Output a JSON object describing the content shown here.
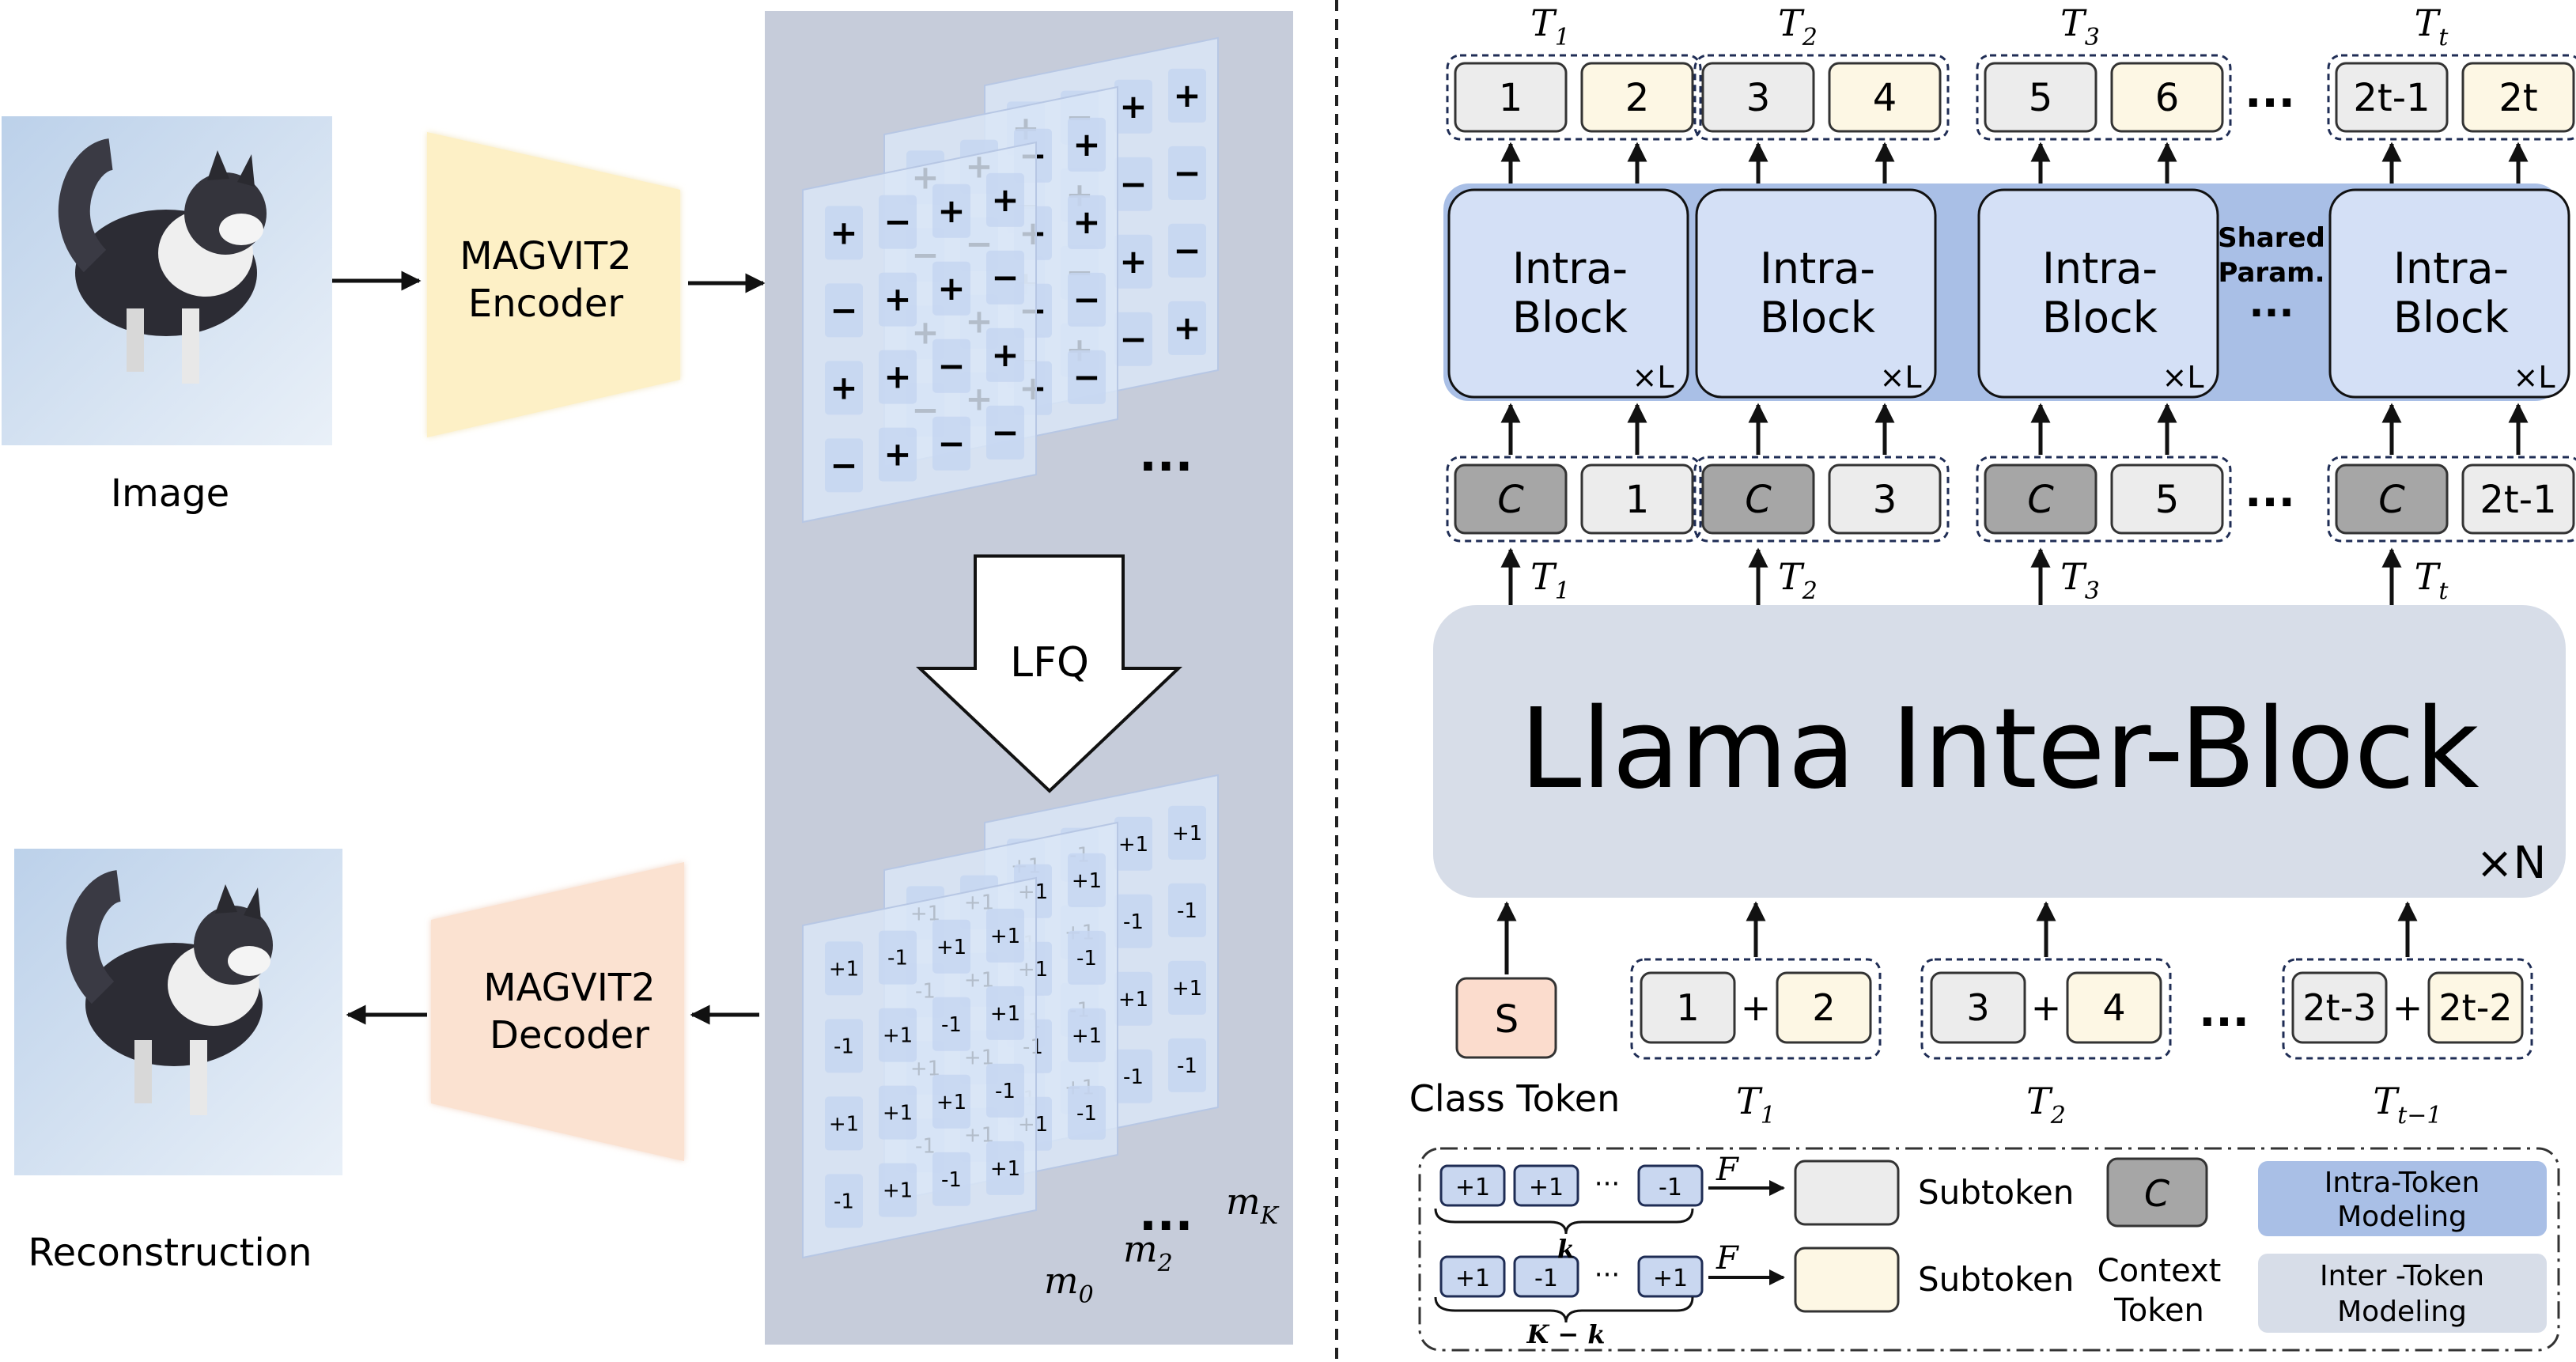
{
  "colors": {
    "panel_gray": "#c6ccda",
    "encoder_fill": "#fdf0c6",
    "decoder_fill": "#fbe2d1",
    "grid_fill": "#dbe6f7",
    "grid_cell": "#c5d6f1",
    "intra_block": "#d4e0f6",
    "intra_band": "#a9bfe6",
    "inter_block": "#d7dde8",
    "context_token": "#a6a6a6",
    "subtoken_gray": "#ececec",
    "subtoken_yellow": "#fdf7e4",
    "class_token": "#fbdccd"
  },
  "left": {
    "image_label": "Image",
    "reconstruction_label": "Reconstruction",
    "encoder_line1": "MAGVIT2",
    "encoder_line2": "Encoder",
    "decoder_line1": "MAGVIT2",
    "decoder_line2": "Decoder",
    "lfq_label": "LFQ",
    "ellipsis": "...",
    "m_0": "m",
    "m_0_sub": "0",
    "m_2": "m",
    "m_2_sub": "2",
    "m_K": "m",
    "m_K_sub": "K"
  },
  "right": {
    "top_groups": [
      {
        "t": "T",
        "sub": "1",
        "a": "1",
        "b": "2"
      },
      {
        "t": "T",
        "sub": "2",
        "a": "3",
        "b": "4"
      },
      {
        "t": "T",
        "sub": "3",
        "a": "5",
        "b": "6"
      },
      {
        "t": "T",
        "sub": "t",
        "a": "2t-1",
        "b": "2t"
      }
    ],
    "intra_block_line1": "Intra-",
    "intra_block_line2": "Block",
    "times_L": "×L",
    "shared_line1": "Shared",
    "shared_line2": "Param.",
    "ellipsis": "...",
    "context_groups": [
      {
        "c": "C",
        "v": "1",
        "t": "T",
        "sub": "1"
      },
      {
        "c": "C",
        "v": "3",
        "t": "T",
        "sub": "2"
      },
      {
        "c": "C",
        "v": "5",
        "t": "T",
        "sub": "3"
      },
      {
        "c": "C",
        "v": "2t-1",
        "t": "T",
        "sub": "t"
      }
    ],
    "inter_block": "Llama Inter-Block",
    "times_N": "×N",
    "class_token_symbol": "S",
    "class_token_label": "Class Token",
    "input_groups": [
      {
        "a": "1",
        "b": "2",
        "t": "T",
        "sub": "1"
      },
      {
        "a": "3",
        "b": "4",
        "t": "T",
        "sub": "2"
      },
      {
        "a": "2t-3",
        "b": "2t-2",
        "t": "T",
        "sub": "t−1"
      }
    ],
    "plus": "+"
  },
  "legend": {
    "row1_tokens": [
      "+1",
      "+1",
      "-1"
    ],
    "row2_tokens": [
      "+1",
      "-1",
      "+1"
    ],
    "ellipsis": "···",
    "f_label": "F",
    "k_label": "k",
    "K_minus_k": "K − k",
    "subtoken_label_1": "Subtoken",
    "subtoken_label_2": "Subtoken",
    "context_symbol": "C",
    "context_label_line1": "Context",
    "context_label_line2": "Token",
    "intra_modeling_line1": "Intra-Token",
    "intra_modeling_line2": "Modeling",
    "inter_modeling_line1": "Inter -Token",
    "inter_modeling_line2": "Modeling"
  },
  "grid_top_back": [
    [
      "+",
      "−",
      "+",
      "+"
    ],
    [
      "−",
      "+",
      "−",
      "−"
    ],
    [
      "+",
      "−",
      "+",
      "−"
    ],
    [
      "−",
      "+",
      "−",
      "+"
    ]
  ],
  "grid_top_mid": [
    [
      "+",
      "+",
      "−",
      "+"
    ],
    [
      "−",
      "−",
      "+",
      "+"
    ],
    [
      "+",
      "+",
      "−",
      "−"
    ],
    [
      "−",
      "+",
      "+",
      "−"
    ]
  ],
  "grid_top_front": [
    [
      "+",
      "−",
      "+",
      "+"
    ],
    [
      "−",
      "+",
      "+",
      "−"
    ],
    [
      "+",
      "+",
      "−",
      "+"
    ],
    [
      "−",
      "+",
      "−",
      "−"
    ]
  ],
  "grid_bot_back": [
    [
      "+1",
      "-1",
      "+1",
      "+1"
    ],
    [
      "-1",
      "+1",
      "-1",
      "-1"
    ],
    [
      "+1",
      "-1",
      "+1",
      "+1"
    ],
    [
      "-1",
      "+1",
      "-1",
      "-1"
    ]
  ],
  "grid_bot_mid": [
    [
      "+1",
      "+1",
      "+1",
      "+1"
    ],
    [
      "-1",
      "+1",
      "+1",
      "-1"
    ],
    [
      "+1",
      "+1",
      "-1",
      "+1"
    ],
    [
      "-1",
      "+1",
      "+1",
      "-1"
    ]
  ],
  "grid_bot_front": [
    [
      "+1",
      "-1",
      "+1",
      "+1"
    ],
    [
      "-1",
      "+1",
      "-1",
      "+1"
    ],
    [
      "+1",
      "+1",
      "+1",
      "-1"
    ],
    [
      "-1",
      "+1",
      "-1",
      "+1"
    ]
  ]
}
